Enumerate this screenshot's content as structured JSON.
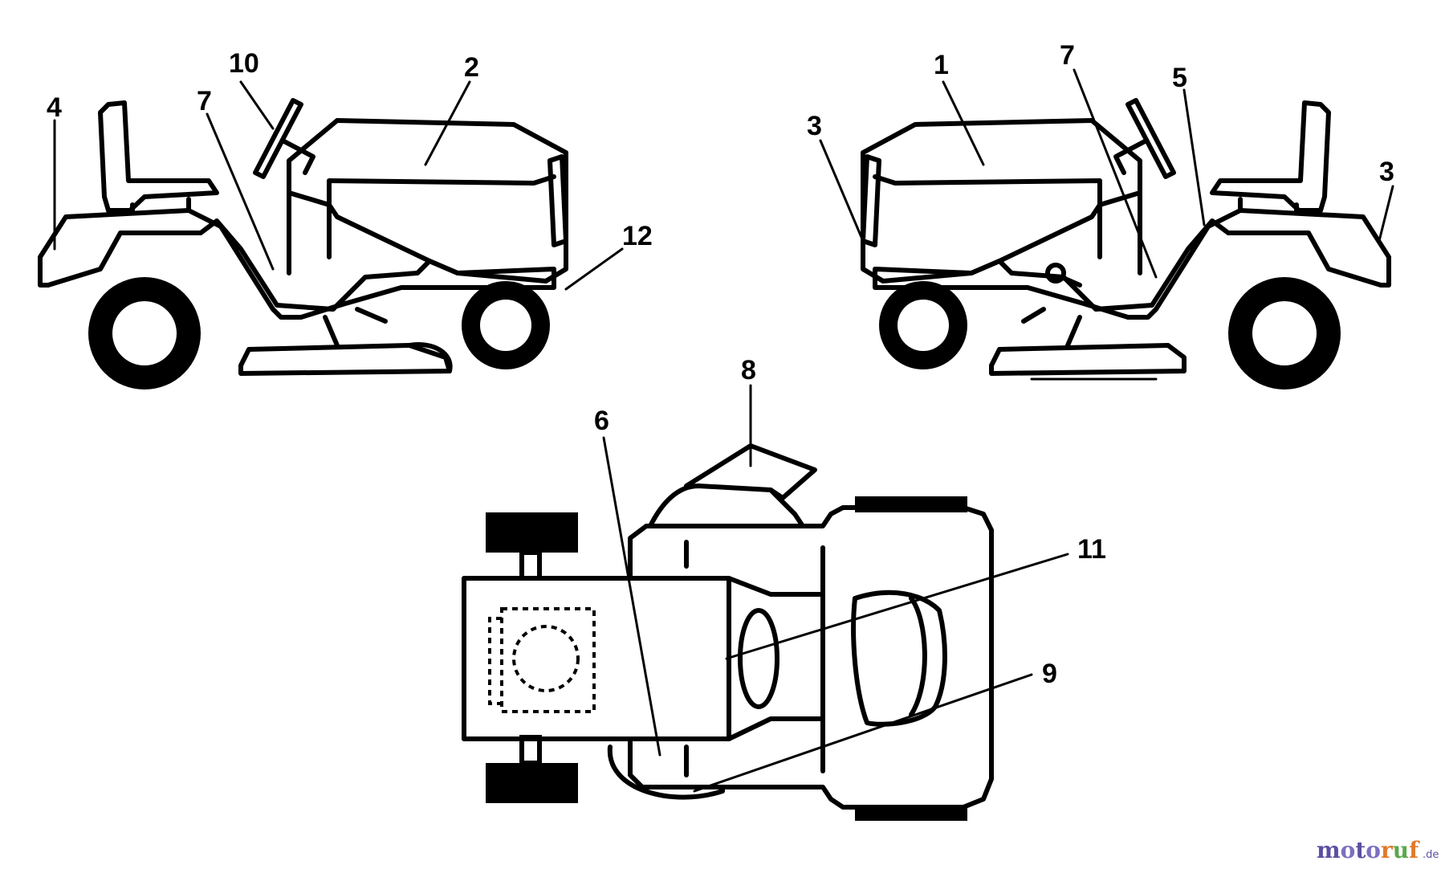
{
  "diagram": {
    "callouts": {
      "left_view": [
        "10",
        "2",
        "4",
        "7",
        "12"
      ],
      "right_view": [
        "1",
        "7",
        "5",
        "3",
        "3"
      ],
      "top_view": [
        "8",
        "6",
        "11",
        "9"
      ]
    }
  },
  "watermark": {
    "text": "motoruf",
    "suffix": ".de",
    "colors": [
      "#5b4ea0",
      "#7c6fc0",
      "#e07a2a",
      "#5aa84a"
    ]
  }
}
